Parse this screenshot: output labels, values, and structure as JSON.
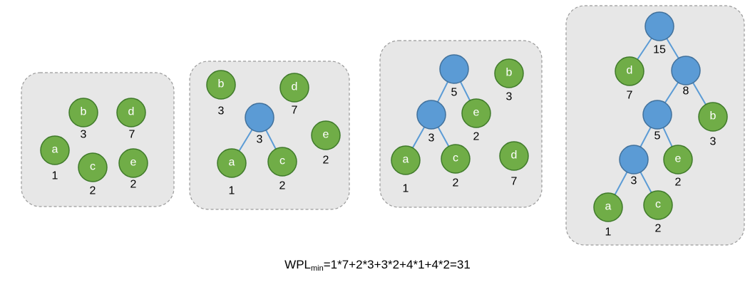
{
  "colors": {
    "leaf_node": "#70ad47",
    "internal_node": "#5b9bd5",
    "edge": "#5b9bd5",
    "panel_fill": "#e7e7e7"
  },
  "panels": [
    {
      "id": "step1",
      "nodes": [
        {
          "id": "b",
          "kind": "leaf",
          "label": "b",
          "weight": "3"
        },
        {
          "id": "d",
          "kind": "leaf",
          "label": "d",
          "weight": "7"
        },
        {
          "id": "a",
          "kind": "leaf",
          "label": "a",
          "weight": "1"
        },
        {
          "id": "c",
          "kind": "leaf",
          "label": "c",
          "weight": "2"
        },
        {
          "id": "e",
          "kind": "leaf",
          "label": "e",
          "weight": "2"
        }
      ],
      "edges": []
    },
    {
      "id": "step2",
      "nodes": [
        {
          "id": "b",
          "kind": "leaf",
          "label": "b",
          "weight": "3"
        },
        {
          "id": "d",
          "kind": "leaf",
          "label": "d",
          "weight": "7"
        },
        {
          "id": "n3",
          "kind": "internal",
          "label": "",
          "weight": "3"
        },
        {
          "id": "e",
          "kind": "leaf",
          "label": "e",
          "weight": "2"
        },
        {
          "id": "a",
          "kind": "leaf",
          "label": "a",
          "weight": "1"
        },
        {
          "id": "c",
          "kind": "leaf",
          "label": "c",
          "weight": "2"
        }
      ],
      "edges": [
        [
          "n3",
          "a"
        ],
        [
          "n3",
          "c"
        ]
      ]
    },
    {
      "id": "step3",
      "nodes": [
        {
          "id": "n5",
          "kind": "internal",
          "label": "",
          "weight": "5"
        },
        {
          "id": "b",
          "kind": "leaf",
          "label": "b",
          "weight": "3"
        },
        {
          "id": "n3",
          "kind": "internal",
          "label": "",
          "weight": "3"
        },
        {
          "id": "e",
          "kind": "leaf",
          "label": "e",
          "weight": "2"
        },
        {
          "id": "a",
          "kind": "leaf",
          "label": "a",
          "weight": "1"
        },
        {
          "id": "c",
          "kind": "leaf",
          "label": "c",
          "weight": "2"
        },
        {
          "id": "d",
          "kind": "leaf",
          "label": "d",
          "weight": "7"
        }
      ],
      "edges": [
        [
          "n5",
          "n3"
        ],
        [
          "n5",
          "e"
        ],
        [
          "n3",
          "a"
        ],
        [
          "n3",
          "c"
        ]
      ]
    },
    {
      "id": "step4",
      "nodes": [
        {
          "id": "n15",
          "kind": "internal",
          "label": "",
          "weight": "15"
        },
        {
          "id": "d",
          "kind": "leaf",
          "label": "d",
          "weight": "7"
        },
        {
          "id": "n8",
          "kind": "internal",
          "label": "",
          "weight": "8"
        },
        {
          "id": "n5",
          "kind": "internal",
          "label": "",
          "weight": "5"
        },
        {
          "id": "b",
          "kind": "leaf",
          "label": "b",
          "weight": "3"
        },
        {
          "id": "n3",
          "kind": "internal",
          "label": "",
          "weight": "3"
        },
        {
          "id": "e",
          "kind": "leaf",
          "label": "e",
          "weight": "2"
        },
        {
          "id": "a",
          "kind": "leaf",
          "label": "a",
          "weight": "1"
        },
        {
          "id": "c",
          "kind": "leaf",
          "label": "c",
          "weight": "2"
        }
      ],
      "edges": [
        [
          "n15",
          "d"
        ],
        [
          "n15",
          "n8"
        ],
        [
          "n8",
          "n5"
        ],
        [
          "n8",
          "b"
        ],
        [
          "n5",
          "n3"
        ],
        [
          "n5",
          "e"
        ],
        [
          "n3",
          "a"
        ],
        [
          "n3",
          "c"
        ]
      ]
    }
  ],
  "formula": {
    "prefix": "WPL",
    "subscript": "min",
    "expression": "=1*7+2*3+3*2+4*1+4*2=31"
  }
}
